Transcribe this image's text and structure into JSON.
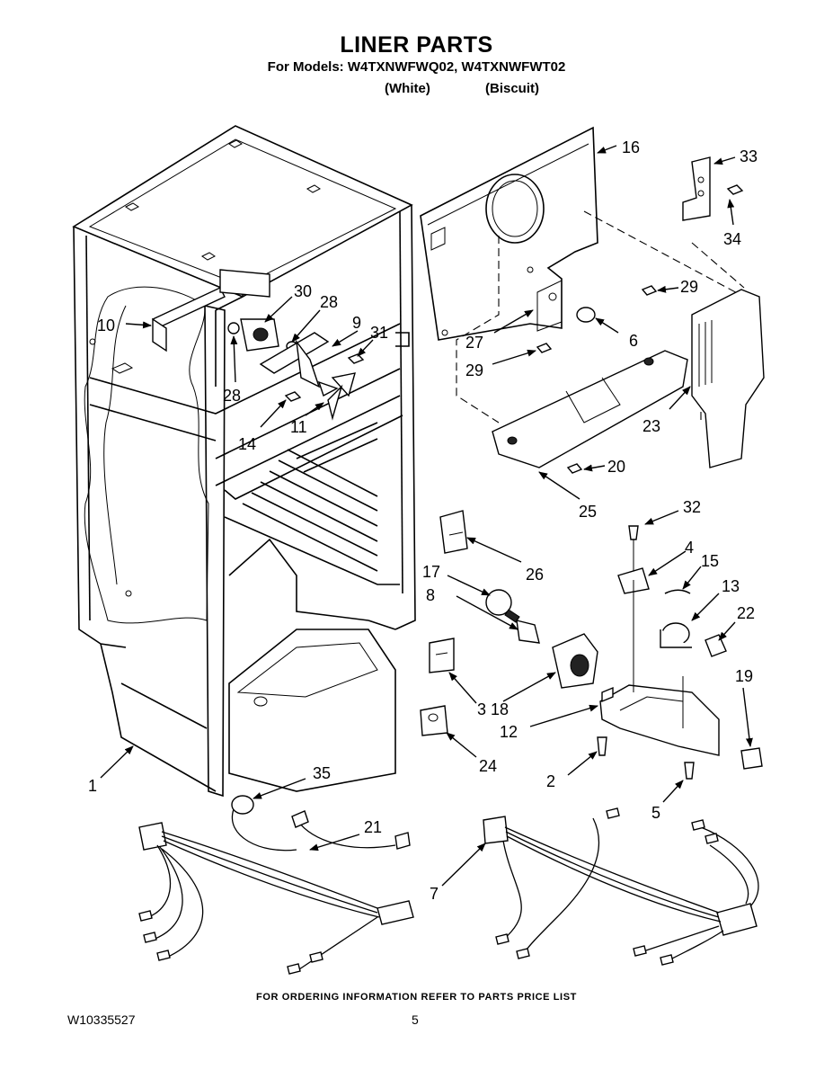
{
  "header": {
    "title": "LINER PARTS",
    "subtitle": "For Models: W4TXNWFWQ02, W4TXNWFWT02",
    "variant_white": "(White)",
    "variant_biscuit": "(Biscuit)"
  },
  "callouts": {
    "c1": "1",
    "c2": "2",
    "c3": "3",
    "c4": "4",
    "c5": "5",
    "c6": "6",
    "c7": "7",
    "c8": "8",
    "c9": "9",
    "c10": "10",
    "c11": "11",
    "c12": "12",
    "c13": "13",
    "c14": "14",
    "c15": "15",
    "c16": "16",
    "c17": "17",
    "c18": "18",
    "c19": "19",
    "c20": "20",
    "c21": "21",
    "c22": "22",
    "c23": "23",
    "c24": "24",
    "c25": "25",
    "c26": "26",
    "c27": "27",
    "c28a": "28",
    "c28b": "28",
    "c29a": "29",
    "c29b": "29",
    "c30": "30",
    "c31": "31",
    "c32": "32",
    "c33": "33",
    "c34": "34",
    "c35": "35"
  },
  "footer": {
    "ordering_note": "FOR ORDERING INFORMATION REFER TO PARTS PRICE LIST",
    "doc_number": "W10335527",
    "page_number": "5"
  }
}
